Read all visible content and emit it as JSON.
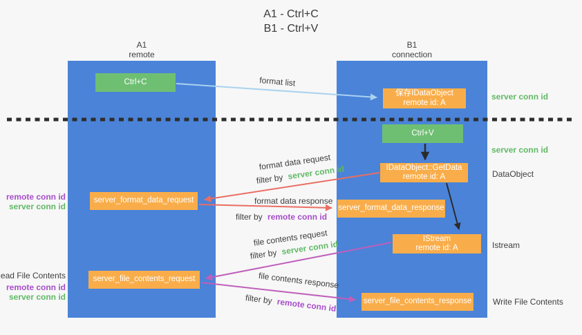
{
  "title": {
    "line1": "A1 - Ctrl+C",
    "line2": "B1 - Ctrl+V"
  },
  "lanes": {
    "left": {
      "id": "A1",
      "role": "remote"
    },
    "right": {
      "id": "B1",
      "role": "connection"
    }
  },
  "nodes": {
    "ctrl_c": {
      "label": "Ctrl+C"
    },
    "ctrl_v": {
      "label": "Ctrl+V"
    },
    "save_dataobject": {
      "line1": "保存IDataObject",
      "line2": "remote id: A"
    },
    "getdata": {
      "line1": "IDataObject::GetData",
      "line2": "remote id: A"
    },
    "istream": {
      "line1": "IStream",
      "line2": "remote id: A"
    },
    "server_format_data_request": {
      "label": "server_format_data_request"
    },
    "server_format_data_response": {
      "label": "server_format_data_response"
    },
    "server_file_contents_request": {
      "label": "server_file_contents_request"
    },
    "server_file_contents_response": {
      "label": "server_file_contents_response"
    }
  },
  "arrow_labels": {
    "format_list": "format list",
    "format_data_request": "format data request",
    "format_data_response": "format data response",
    "file_contents_request": "file contents request",
    "file_contents_response": "file contents response",
    "filter_by": "filter by",
    "server_conn_id": "server conn id",
    "remote_conn_id": "remote conn id"
  },
  "side_labels": {
    "server_conn_id_top": "server conn id",
    "server_conn_id_mid": "server conn id",
    "dataobject": "DataObject",
    "istream": "Istream",
    "write_file_contents": "Write File Contents",
    "read_file_contents": "Read File Contents",
    "remote_conn_id": "remote conn id",
    "server_conn_id": "server conn id"
  },
  "colors": {
    "background": "#f7f7f7",
    "lane_blue": "#4a83d8",
    "node_green": "#6fbf73",
    "node_orange": "#f9ad4a",
    "arrow_lightblue": "#a9d2ee",
    "arrow_red": "#ea6e63",
    "arrow_magenta": "#bf5fbb",
    "arrow_black": "#2b2b2b",
    "separator": "#2e2e2e",
    "text_green": "#5fb965",
    "text_purple": "#a64dc9",
    "text_dark": "#3d3d3d"
  }
}
